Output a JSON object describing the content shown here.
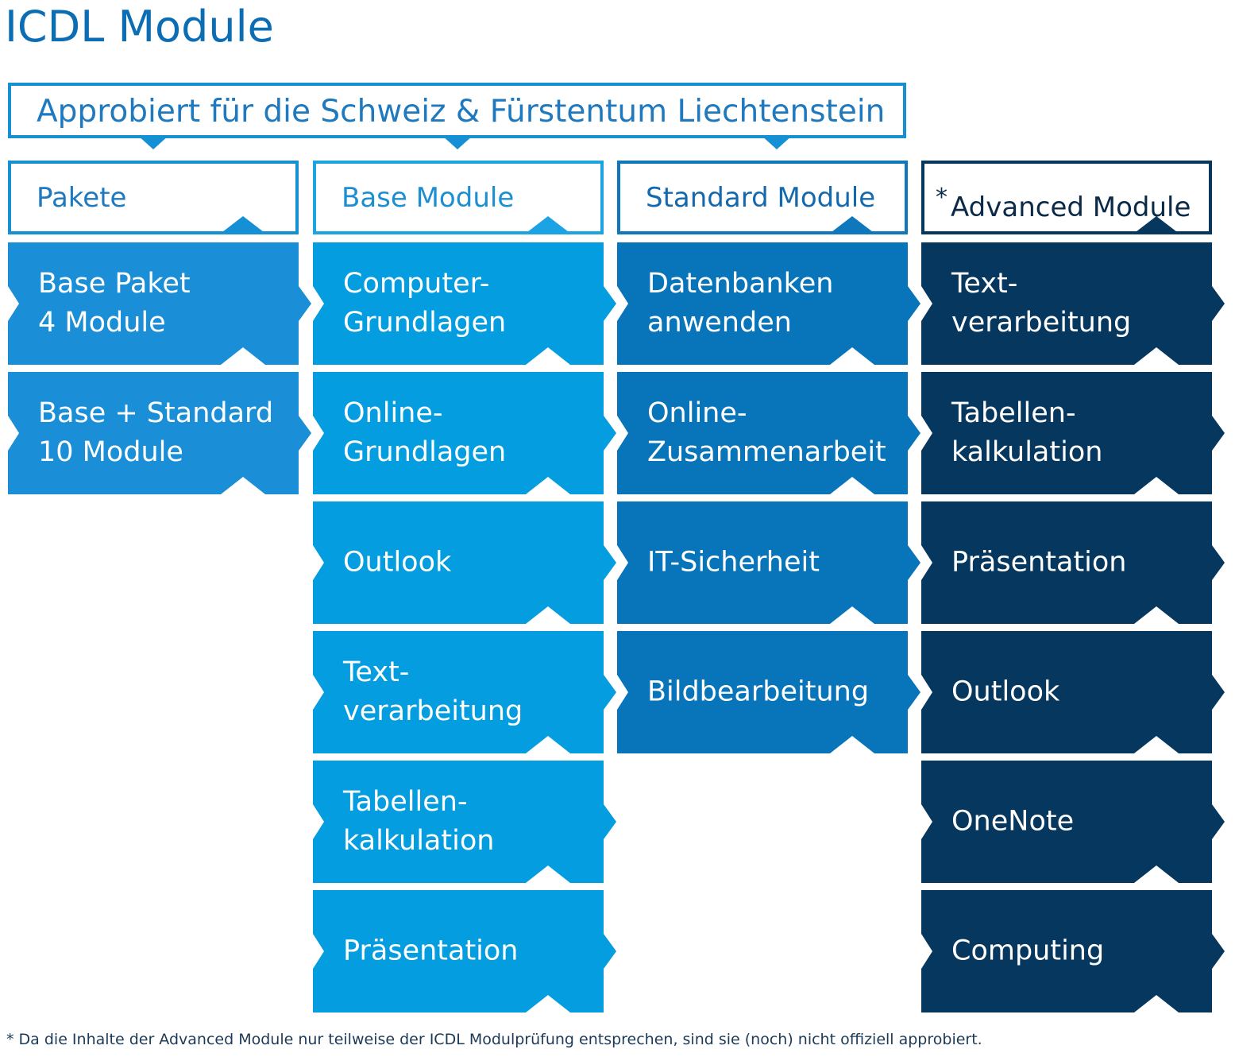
{
  "title": "ICDL Module",
  "banner": "Approbiert für die Schweiz & Fürstentum Liechtenstein",
  "columns": [
    {
      "header": "Pakete",
      "asterisk": "",
      "color": "#1a8ed6",
      "border": "#1590d4",
      "header_text_color": "#1f79bf",
      "tiles": [
        "Base Paket\n4 Module",
        "Base + Standard\n10 Module"
      ]
    },
    {
      "header": "Base Module",
      "asterisk": "",
      "color": "#039de0",
      "border": "#1ba3e3",
      "header_text_color": "#1c8ed2",
      "tiles": [
        "Computer-\nGrundlagen",
        "Online-\nGrundlagen",
        "Outlook",
        "Text-\nverarbeitung",
        "Tabellen-\nkalkulation",
        "Präsentation"
      ]
    },
    {
      "header": "Standard Module",
      "asterisk": "",
      "color": "#0874ba",
      "border": "#0f78bd",
      "header_text_color": "#1469ae",
      "tiles": [
        "Datenbanken\nanwenden",
        "Online-\nZusammenarbeit",
        "IT-Sicherheit",
        "Bildbearbeitung"
      ]
    },
    {
      "header": "Advanced Module",
      "asterisk": "*",
      "color": "#06375e",
      "border": "#06375e",
      "header_text_color": "#0a2a48",
      "tiles": [
        "Text-\nverarbeitung",
        "Tabellen-\nkalkulation",
        "Präsentation",
        "Outlook",
        "OneNote",
        "Computing"
      ]
    }
  ],
  "footnote": "* Da die Inhalte der Advanced Module nur teilweise der ICDL Modulprüfung entsprechen, sind sie (noch) nicht offiziell approbiert."
}
